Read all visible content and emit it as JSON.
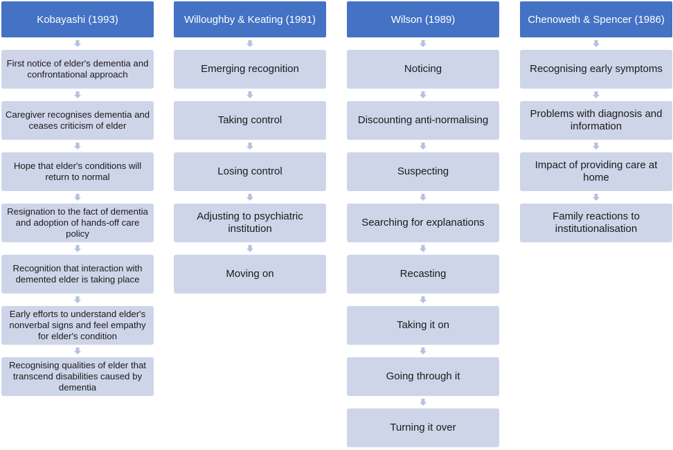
{
  "columns": [
    {
      "title": "Kobayashi (1993)",
      "steps": [
        "First notice of elder's dementia and confrontational approach",
        "Caregiver recognises dementia and ceases criticism of elder",
        "Hope that elder's conditions will return to normal",
        "Resignation to the fact of dementia and adoption of hands-off care policy",
        "Recognition that interaction with demented elder is taking place",
        "Early efforts to understand elder's nonverbal signs and feel empathy for elder's condition",
        "Recognising qualities of elder that transcend disabilities caused by dementia"
      ]
    },
    {
      "title": "Willoughby & Keating (1991)",
      "steps": [
        "Emerging recognition",
        "Taking control",
        "Losing control",
        "Adjusting to psychiatric institution",
        "Moving on"
      ]
    },
    {
      "title": "Wilson (1989)",
      "steps": [
        "Noticing",
        "Discounting anti-normalising",
        "Suspecting",
        "Searching for explanations",
        "Recasting",
        "Taking it on",
        "Going through it",
        "Turning it over"
      ]
    },
    {
      "title": "Chenoweth & Spencer (1986)",
      "steps": [
        "Recognising early symptoms",
        "Problems with diagnosis and information",
        "Impact of providing care at home",
        "Family reactions to institutionalisation"
      ]
    }
  ],
  "colors": {
    "header_fill": "#4472c4",
    "step_fill": "#cfd5e9",
    "arrow": "#b4c1e0"
  },
  "icons": {
    "connector": "down-arrow-icon"
  }
}
